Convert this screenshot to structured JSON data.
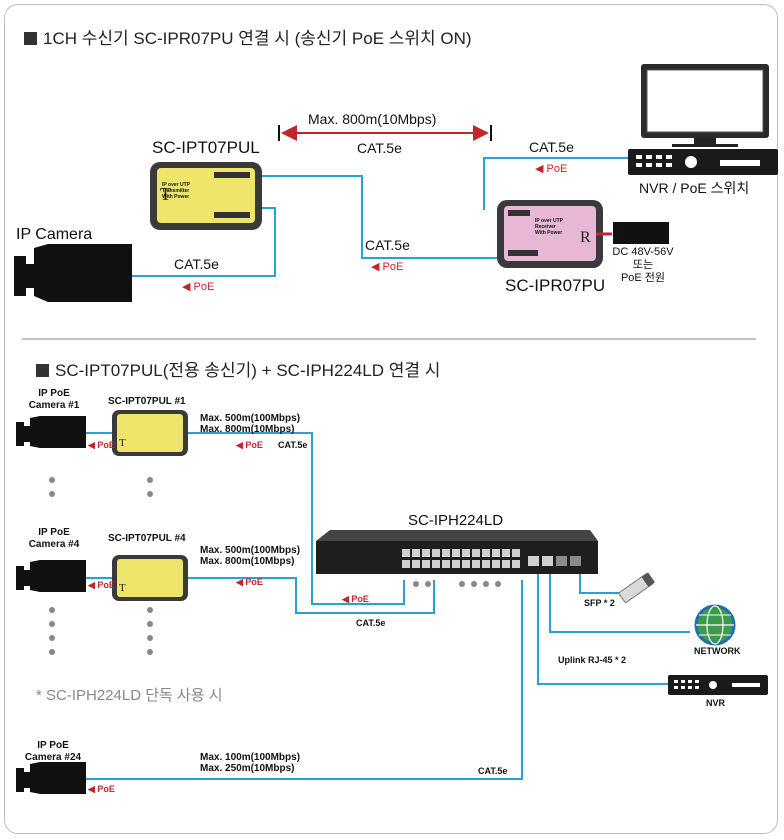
{
  "colors": {
    "cable": "#2a9fd8",
    "poe": "#c0272d",
    "yellow_device": "#efe56a",
    "pink_device": "#e8b7d6"
  },
  "section1": {
    "title": "1CH 수신기 SC-IPR07PU 연결 시 (송신기 PoE 스위치 ON)",
    "ip_camera": "IP Camera",
    "cat5e_camera": "CAT.5e",
    "poe_camera": "◀ PoE",
    "transmitter": "SC-IPT07PUL",
    "distance": "Max. 800m(10Mbps)",
    "cat5e_distance": "CAT.5e",
    "cat5e_mid": "CAT.5e",
    "poe_mid": "◀ PoE",
    "receiver": "SC-IPR07PU",
    "cat5e_nvr": "CAT.5e",
    "poe_nvr": "◀ PoE",
    "nvr": "NVR / PoE 스위치",
    "power_line1": "DC 48V-56V",
    "power_line2": "또는",
    "power_line3": "PoE 전원",
    "tx_label_line1": "IP over UTP",
    "tx_label_line2": "Transmitter",
    "tx_label_line3": "With Power",
    "rx_label_line1": "IP over UTP",
    "rx_label_line2": "Receiver",
    "rx_label_line3": "With Power"
  },
  "section2": {
    "title": "SC-IPT07PUL(전용 송신기) + SC-IPH224LD 연결 시",
    "cam1_line1": "IP PoE",
    "cam1_line2": "Camera #1",
    "tx1": "SC-IPT07PUL #1",
    "dist1_line1": "Max. 500m(100Mbps)",
    "dist1_line2": "Max. 800m(10Mbps)",
    "poe1a": "◀ PoE",
    "poe1b": "◀ PoE",
    "cat1": "CAT.5e",
    "cam4_line1": "IP PoE",
    "cam4_line2": "Camera #4",
    "tx4": "SC-IPT07PUL #4",
    "dist4_line1": "Max. 500m(100Mbps)",
    "dist4_line2": "Max. 800m(10Mbps)",
    "poe4a": "◀ PoE",
    "poe4b": "◀ PoE",
    "switch": "SC-IPH224LD",
    "poe_switch": "◀ PoE",
    "cat_switch": "CAT.5e",
    "sfp": "SFP * 2",
    "network": "NETWORK",
    "uplink": "Uplink RJ-45 * 2",
    "nvr": "NVR",
    "note": "* SC-IPH224LD 단독 사용 시",
    "cam24_line1": "IP PoE",
    "cam24_line2": "Camera #24",
    "dist24_line1": "Max. 100m(100Mbps)",
    "dist24_line2": "Max. 250m(10Mbps)",
    "poe24": "◀ PoE",
    "cat24": "CAT.5e"
  }
}
